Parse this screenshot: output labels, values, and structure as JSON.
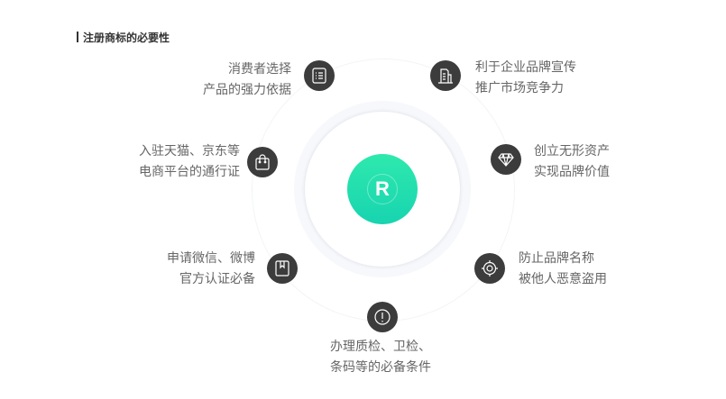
{
  "title": "注册商标的必要性",
  "center": {
    "label": "R",
    "color": "#1fdcaf"
  },
  "items": [
    {
      "icon": "list-icon",
      "lines": [
        "消费者选择",
        "产品的强力依据"
      ]
    },
    {
      "icon": "building-icon",
      "lines": [
        "利于企业品牌宣传",
        "推广市场竞争力"
      ]
    },
    {
      "icon": "shopping-bag-icon",
      "lines": [
        "入驻天猫、京东等",
        "电商平台的通行证"
      ]
    },
    {
      "icon": "diamond-icon",
      "lines": [
        "创立无形资产",
        "实现品牌价值"
      ]
    },
    {
      "icon": "bookmark-icon",
      "lines": [
        "申请微信、微博",
        "官方认证必备"
      ]
    },
    {
      "icon": "target-icon",
      "lines": [
        "防止品牌名称",
        "被他人恶意盗用"
      ]
    },
    {
      "icon": "exclamation-icon",
      "lines": [
        "办理质检、卫检、",
        "条码等的必备条件"
      ]
    }
  ]
}
